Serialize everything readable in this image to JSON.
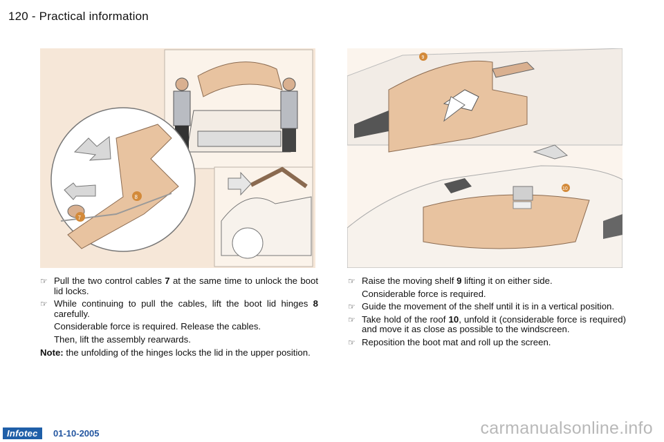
{
  "page": {
    "header": "120 - Practical information",
    "footer_badge": "Infotec",
    "footer_date": "01-10-2005",
    "watermark": "carmanualsonline.info"
  },
  "figures": {
    "left_labels": [
      "7",
      "8"
    ],
    "right_labels": [
      "9",
      "10"
    ]
  },
  "left_column": {
    "bullets": [
      {
        "pre": "Pull the two control cables ",
        "bold": "7",
        "post": " at the same time to unlock the boot lid locks."
      },
      {
        "pre": "While continuing to pull the cables, lift the boot lid hinges ",
        "bold": "8",
        "post": " carefully."
      }
    ],
    "sub1": "Considerable force is required. Release the cables.",
    "sub2": "Then, lift the assembly rearwards.",
    "note_label": "Note:",
    "note_text": " the unfolding of the hinges locks the lid in the upper position."
  },
  "right_column": {
    "b1_pre": "Raise the moving shelf ",
    "b1_bold": "9",
    "b1_post": " lifting it on either side.",
    "sub1": "Considerable force is required.",
    "b2": "Guide the movement of the shelf until it is in a vertical position.",
    "b3_pre": "Take hold of the roof ",
    "b3_bold": "10",
    "b3_post": ", unfold it (considerable force is required) and move it as close as possible to the windscreen.",
    "b4": "Reposition the boot mat and roll up the screen."
  }
}
